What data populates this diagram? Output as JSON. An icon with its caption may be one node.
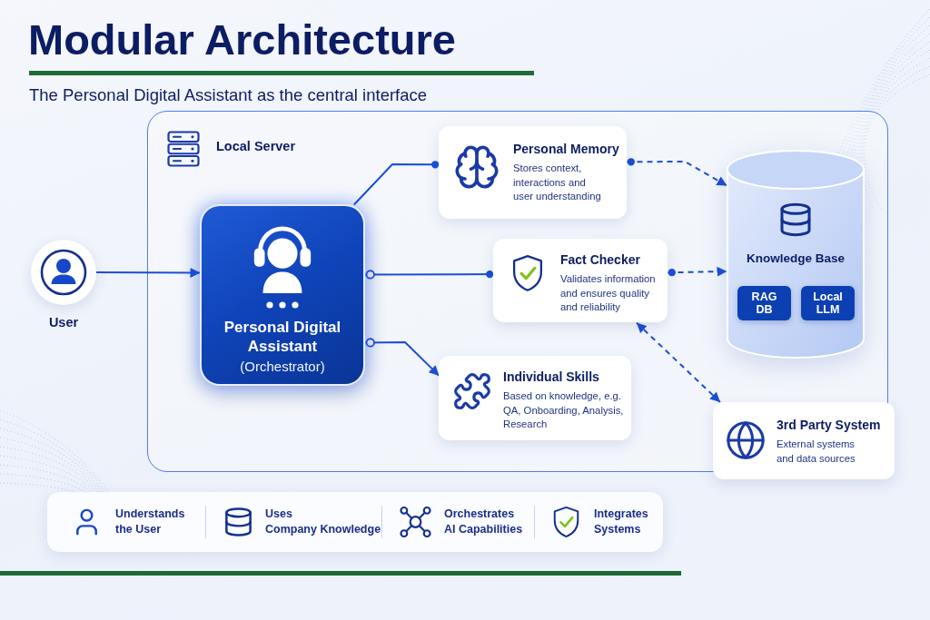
{
  "diagram": {
    "title": "Modular Architecture",
    "nodes": [
      {
        "text": [
          "Local Server"
        ]
      },
      {
        "text": [
          "User"
        ]
      },
      {
        "text": [
          "Personal Digital Assistant",
          "(Orchestrator)"
        ],
        "in": 0
      },
      {
        "text": [
          "Personal Memory",
          "Stores context, interactions and user understanding"
        ],
        "in": 0
      },
      {
        "text": [
          "Fact Checker",
          "Validates information and ensures quality and reliability"
        ],
        "in": 0
      },
      {
        "text": [
          "Individual Skills",
          "Based on knowledge, e.g. QA, Onboarding, Analysis, Research"
        ],
        "in": 0
      },
      {
        "text": [
          "Knowledge Base"
        ],
        "in": 0
      },
      {
        "text": [
          "RAG DB"
        ],
        "in": 6
      },
      {
        "text": [
          "Local LLM"
        ],
        "in": 6
      },
      {
        "text": [
          "3rd Party System",
          "External systems and data sources"
        ]
      }
    ],
    "edges": [
      {
        "from": 1,
        "to": 2,
        "arrow": "to"
      },
      {
        "from": 2,
        "to": 3,
        "arrow": "other"
      },
      {
        "from": 2,
        "to": 4,
        "arrow": "other"
      },
      {
        "from": 2,
        "to": 5,
        "arrow": "to"
      },
      {
        "from": 3,
        "to": 6,
        "arrow": "to",
        "style": "dashed"
      },
      {
        "from": 4,
        "to": 6,
        "arrow": "to",
        "style": "dashed"
      },
      {
        "from": 4,
        "to": 9,
        "arrow": "both",
        "style": "dashed"
      }
    ],
    "labels": [
      "The Personal Digital Assistant as the central interface",
      "Understands the User",
      "Uses Company Knowledge",
      "Orchestrates AI Capabilities",
      "Integrates Systems"
    ]
  }
}
